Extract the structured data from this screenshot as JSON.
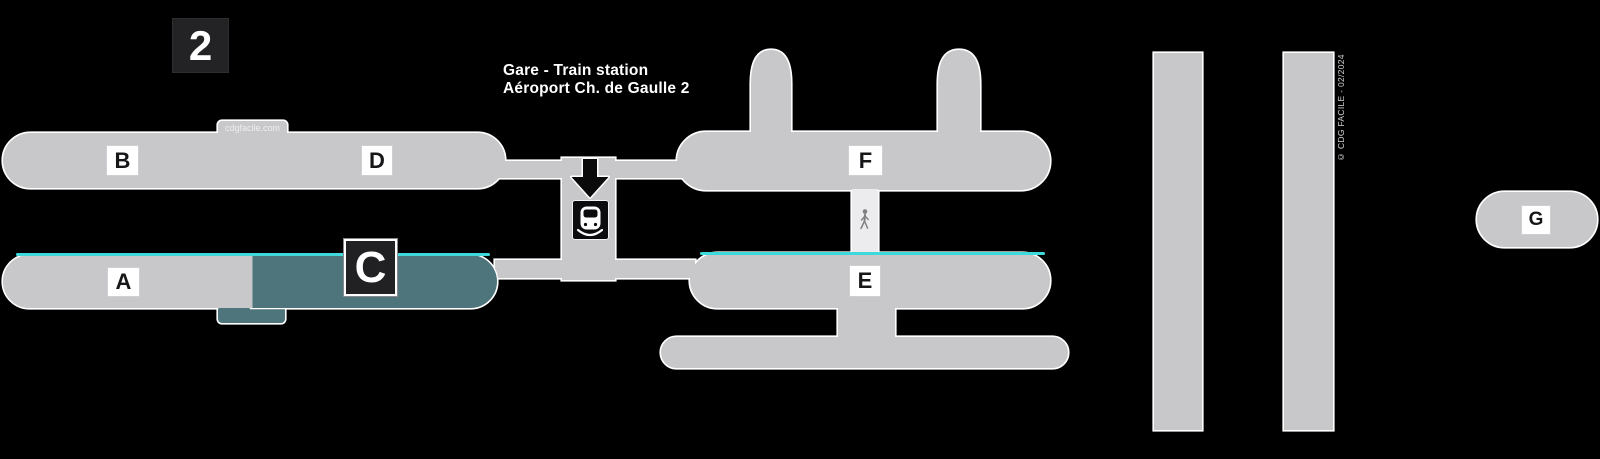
{
  "map": {
    "badge": "2",
    "station_title": {
      "line1": "Gare - Train station",
      "line2": "Aéroport Ch. de Gaulle 2"
    },
    "terminals": {
      "a": "A",
      "b": "B",
      "c": "C",
      "d": "D",
      "e": "E",
      "f": "F",
      "g": "G"
    },
    "watermarks": {
      "tab": "cdgfacile.com",
      "side": "© CDG FACILE - 02/2024"
    },
    "icons": {
      "train": "train-icon",
      "pedestrian": "pedestrian-icon",
      "arrow": "arrow-down-icon"
    },
    "colors": {
      "background": "#000000",
      "terminal_fill": "#c8c8cb",
      "walkway_fill": "#ececee",
      "terminal_c_fill": "#4e747c",
      "transit_line": "#3fd9db",
      "label_box_bg": "#ffffff",
      "dark_box_bg": "#212124",
      "title_text": "#ffffff"
    }
  }
}
